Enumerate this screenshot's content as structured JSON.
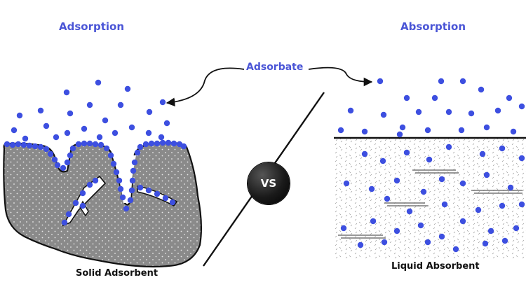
{
  "labels": {
    "adsorption_title": "Adsorption",
    "absorption_title": "Absorption",
    "adsorbate": "Adsorbate",
    "vs": "VS",
    "solid_caption": "Solid Adsorbent",
    "liquid_caption": "Liquid Absorbent"
  },
  "colors": {
    "accent": "#4a55d6",
    "molecule": "#3d4fe0",
    "solid_fill": "#8a8a8a",
    "outline": "#111111"
  }
}
